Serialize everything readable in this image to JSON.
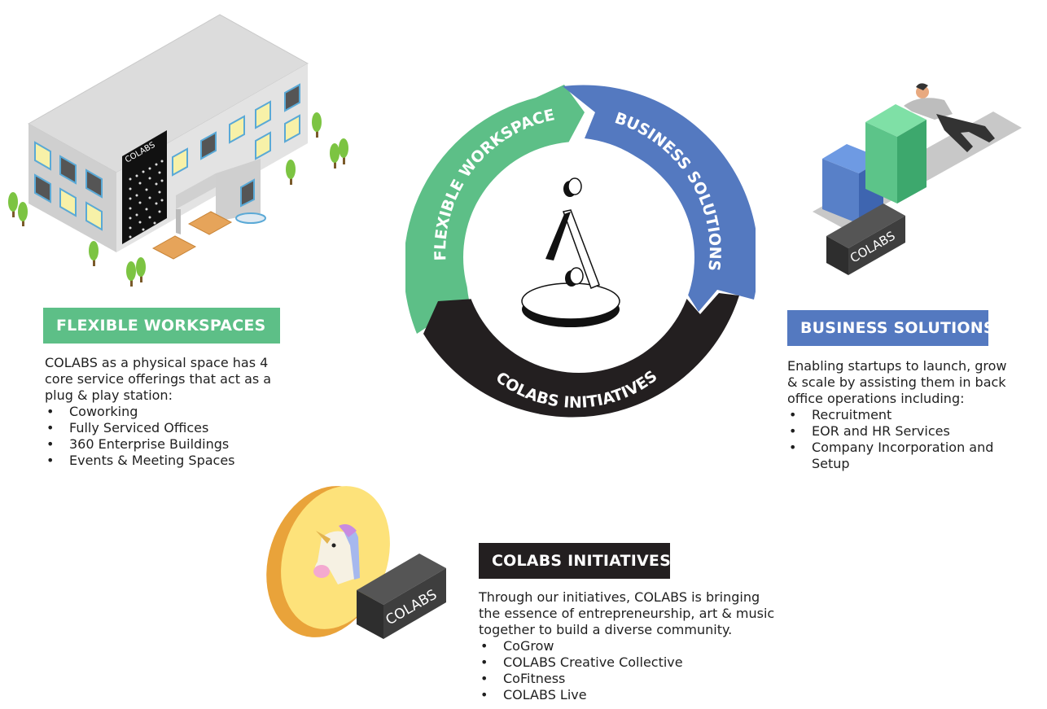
{
  "brand": "COLABS",
  "colors": {
    "green": "#5dbf87",
    "blue": "#5479c0",
    "black": "#231f20",
    "heading_green": "#5dbf87",
    "heading_blue": "#5479c0",
    "heading_black": "#231f20"
  },
  "cycle": {
    "segments": [
      {
        "label": "FLEXIBLE WORKSPACE",
        "color": "#5dbf87"
      },
      {
        "label": "BUSINESS SOLUTIONS",
        "color": "#5479c0"
      },
      {
        "label": "COLABS INITIATIVES",
        "color": "#231f20"
      }
    ],
    "center_icon": "colabs-a-logo-icon"
  },
  "sections": {
    "flexible": {
      "title": "FLEXIBLE WORKSPACES",
      "description": "COLABS as a physical space has 4 core service offerings that act as a plug & play station:",
      "items": [
        "Coworking",
        "Fully Serviced Offices",
        "360 Enterprise Buildings",
        "Events & Meeting Spaces"
      ],
      "illustration": "office-building-icon",
      "sign_text": "COLABS"
    },
    "business": {
      "title": "BUSINESS SOLUTIONS",
      "description": "Enabling startups to launch, grow & scale by assisting them in back office operations including:",
      "items": [
        "Recruitment",
        "EOR and HR Services",
        "Company Incorporation and Setup"
      ],
      "illustration": "pushing-blocks-icon",
      "block_text": "COLABS"
    },
    "initiatives": {
      "title": "COLABS INITIATIVES",
      "description": "Through our initiatives, COLABS is bringing the essence of entrepreneurship, art & music together to build a diverse community.",
      "items": [
        "CoGrow",
        "COLABS Creative Collective",
        "CoFitness",
        "COLABS Live"
      ],
      "illustration": "unicorn-coin-icon",
      "block_text": "COLABS"
    }
  }
}
